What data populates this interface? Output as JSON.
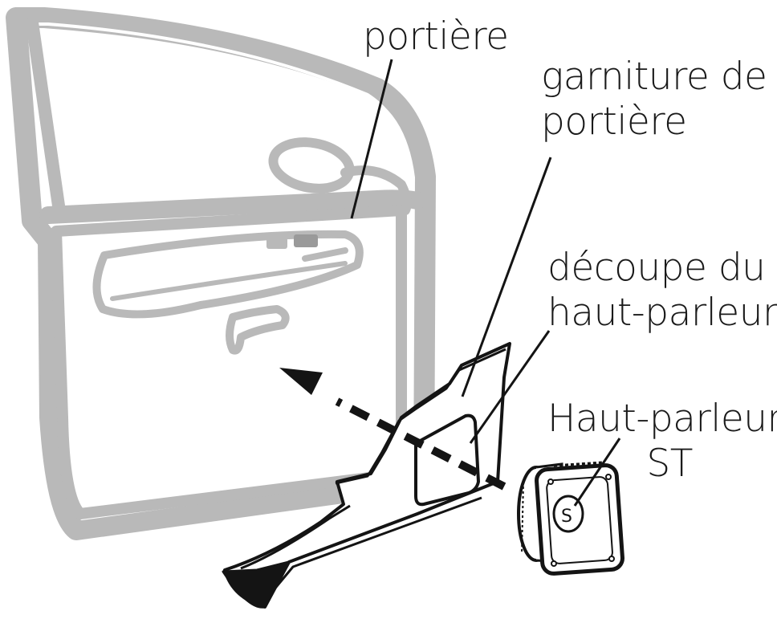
{
  "labels": {
    "door": "portière",
    "trim_line1": "garniture de",
    "trim_line2": "portière",
    "cutout_line1": "découpe du",
    "cutout_line2": "haut-parleur",
    "speaker_line1": "Haut-parleur",
    "speaker_line2": "ST"
  },
  "colors": {
    "door_gray": "#b9b9b9",
    "line_black": "#141414",
    "background": "#ffffff"
  },
  "icons": {
    "speaker_logo": "S-logo"
  }
}
